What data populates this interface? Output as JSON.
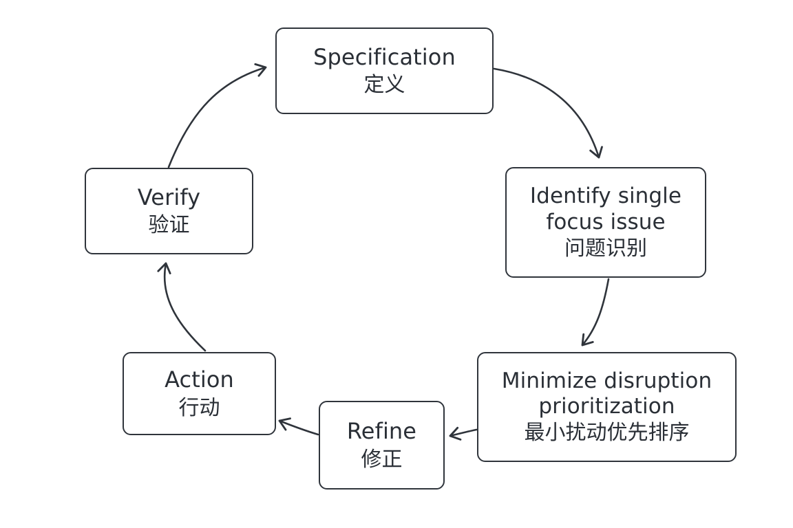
{
  "diagram": {
    "nodes": {
      "specification": {
        "en": "Specification",
        "zh": "定义"
      },
      "identify": {
        "en_lines": [
          "Identify single",
          "focus issue"
        ],
        "zh": "问题识别"
      },
      "minimize": {
        "en_lines": [
          "Minimize disruption",
          "prioritization"
        ],
        "zh": "最小扰动优先排序"
      },
      "refine": {
        "en": "Refine",
        "zh": "修正"
      },
      "action": {
        "en": "Action",
        "zh": "行动"
      },
      "verify": {
        "en": "Verify",
        "zh": "验证"
      }
    },
    "edges": [
      {
        "from": "specification",
        "to": "identify"
      },
      {
        "from": "identify",
        "to": "minimize"
      },
      {
        "from": "minimize",
        "to": "refine"
      },
      {
        "from": "refine",
        "to": "action"
      },
      {
        "from": "action",
        "to": "verify"
      },
      {
        "from": "verify",
        "to": "specification"
      }
    ],
    "colors": {
      "stroke": "#2f343b",
      "text": "#2a2f36",
      "background": "#ffffff"
    }
  }
}
